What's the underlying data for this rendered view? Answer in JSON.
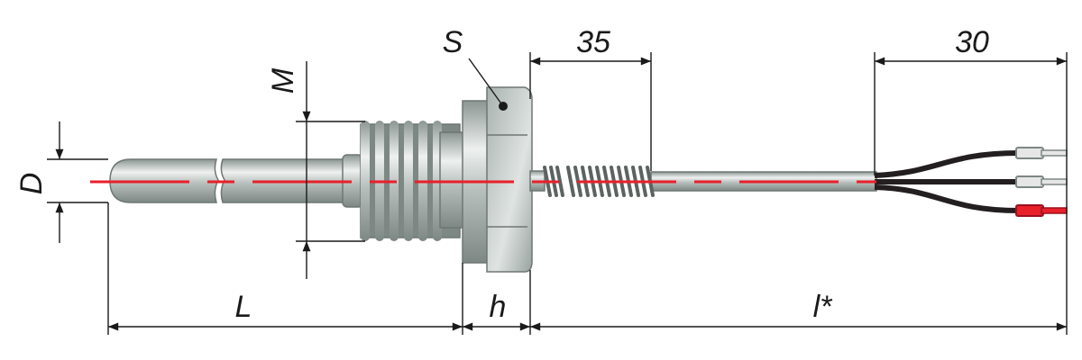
{
  "labels": {
    "D": "D",
    "M": "M",
    "S": "S",
    "dim35": "35",
    "dim30": "30",
    "L": "L",
    "h": "h",
    "l": "l*"
  },
  "colors": {
    "centerline": "#e8202a",
    "metal_dark": "#7d8784",
    "metal_light": "#e4e8e6",
    "wire": "#231f20",
    "terminal_red": "#e8202a"
  }
}
